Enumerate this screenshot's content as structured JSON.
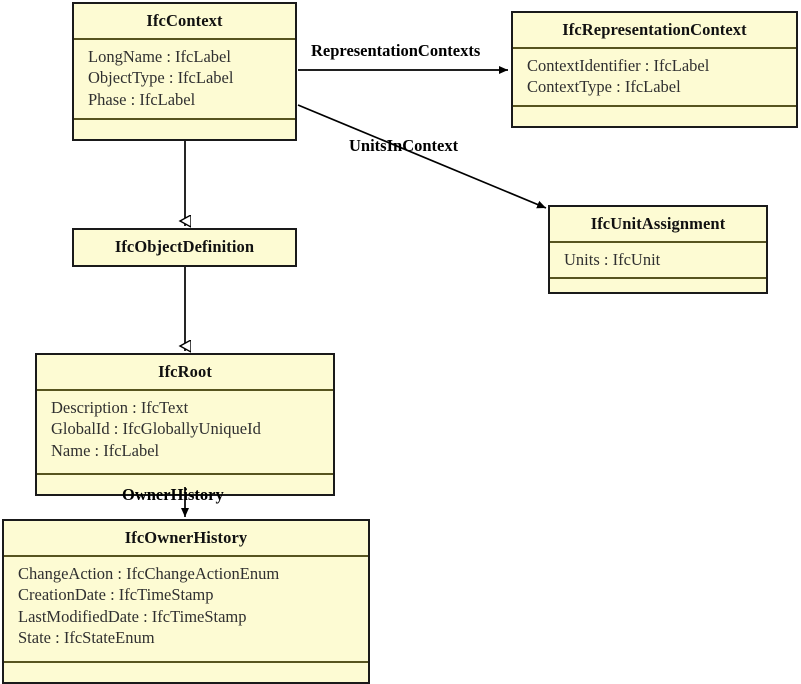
{
  "diagram": {
    "type": "uml-class-diagram",
    "title": "IFC Context Class Hierarchy",
    "colors": {
      "class_fill": "#fdfbd3",
      "class_border": "#1a1a1a",
      "compartment_divider": "#57541f",
      "edge": "#000000",
      "text": "#111111"
    },
    "classes": [
      {
        "id": "IfcContext",
        "name": "IfcContext",
        "attributes": [
          "LongName : IfcLabel",
          "ObjectType : IfcLabel",
          "Phase : IfcLabel"
        ],
        "operations": []
      },
      {
        "id": "IfcRepresentationContext",
        "name": "IfcRepresentationContext",
        "attributes": [
          "ContextIdentifier : IfcLabel",
          "ContextType : IfcLabel"
        ],
        "operations": []
      },
      {
        "id": "IfcUnitAssignment",
        "name": "IfcUnitAssignment",
        "attributes": [
          "Units : IfcUnit"
        ],
        "operations": []
      },
      {
        "id": "IfcObjectDefinition",
        "name": "IfcObjectDefinition",
        "attributes": [],
        "operations": []
      },
      {
        "id": "IfcRoot",
        "name": "IfcRoot",
        "attributes": [
          "Description : IfcText",
          "GlobalId : IfcGloballyUniqueId",
          "Name : IfcLabel"
        ],
        "operations": []
      },
      {
        "id": "IfcOwnerHistory",
        "name": "IfcOwnerHistory",
        "attributes": [
          "ChangeAction : IfcChangeActionEnum",
          "CreationDate : IfcTimeStamp",
          "LastModifiedDate : IfcTimeStamp",
          "State : IfcStateEnum"
        ],
        "operations": []
      }
    ],
    "relationships": [
      {
        "id": "rel-representation-contexts",
        "label": "RepresentationContexts",
        "from": "IfcContext",
        "to": "IfcRepresentationContext",
        "kind": "association",
        "arrow": "open"
      },
      {
        "id": "rel-units-in-context",
        "label": "UnitsInContext",
        "from": "IfcContext",
        "to": "IfcUnitAssignment",
        "kind": "association",
        "arrow": "open"
      },
      {
        "id": "rel-context-generalization",
        "label": "",
        "from": "IfcContext",
        "to": "IfcObjectDefinition",
        "kind": "generalization",
        "arrow": "hollow-triangle"
      },
      {
        "id": "rel-objectdefinition-generalization",
        "label": "",
        "from": "IfcObjectDefinition",
        "to": "IfcRoot",
        "kind": "generalization",
        "arrow": "hollow-triangle"
      },
      {
        "id": "rel-owner-history",
        "label": "OwnerHistory",
        "from": "IfcRoot",
        "to": "IfcOwnerHistory",
        "kind": "association",
        "arrow": "open"
      }
    ]
  }
}
